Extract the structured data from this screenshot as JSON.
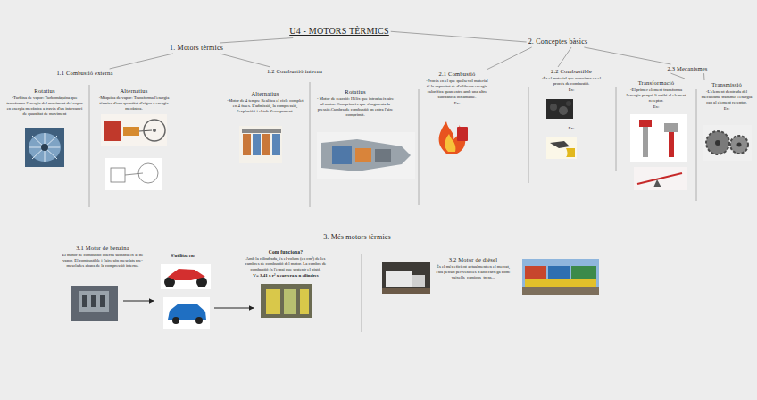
{
  "diagram": {
    "nodes": [
      {
        "text": [
          "U4 - MOTORS TÈRMICS"
        ]
      },
      {
        "text": [
          "1. Motors tèrmics"
        ]
      },
      {
        "text": [
          "1.1 Combustió externa"
        ]
      },
      {
        "text": [
          "Rotatius",
          "-Turbina de vapor: Turbomàquina que transforma l'energia del moviment del vapor en energia mecànica a través d'un intercanvi de quantitat de moviment"
        ]
      },
      {
        "text": [
          "Alternatius",
          "-Màquina de vapor: Transforma l'energia tèrmica d'una quantitat d'aigua a energia mecànica."
        ]
      },
      {
        "text": [
          "1.2 Combustió interna"
        ]
      },
      {
        "text": [
          "Alternatius",
          "-Motor de 4 temps: Realitza el cicle complet en 4 fases. L'admissió, la compressió, l'explosió i i el tub d'escapament."
        ]
      },
      {
        "text": [
          "Rotatius",
          "- Motor de reacció: Hèlix que introdueix aire al motor. Comprimeix que s'augmenta la pressió.Cambra de combustió on entra l'aire comprimit."
        ]
      },
      {
        "text": [
          "2. Conceptes bàsics"
        ]
      },
      {
        "text": [
          "2.1 Combustió",
          "-Procés en el que qualsevol material té la capacitat de d'alliberar energia calorífica quan entra amb una altre substància inflamable.",
          "Ex:"
        ]
      },
      {
        "text": [
          "2.2 Combustible",
          "-És el material que reacciona en el procés de combustió.",
          "Ex:"
        ]
      },
      {
        "text": [
          "2.3 Mecanismes"
        ]
      },
      {
        "text": [
          "Transformació",
          "-El primer element transforma l'energia perquè li arribi al element receptor.",
          "Ex:"
        ]
      },
      {
        "text": [
          "Transmissió",
          "-L'element d'entrada del mecanisme transmet l'energia cap al element receptor.",
          "Ex:"
        ]
      },
      {
        "text": [
          "3. Més motors tèrmics"
        ]
      },
      {
        "text": [
          "3.1 Motor de benzina",
          "El motor de combustió interna substitueix al de vapor. El combustible i l'aire són mesclats pre-mesclades abans de la compressió interna."
        ]
      },
      {
        "text": [
          "Com funciona?",
          "Amb la cilindrada, és el volum (en cm³) de les cambres de combustió del motor. La cambra de combustió és l'espai que sostenir el pistó.",
          "V= 3,41 x r² x carrera x n cilindres"
        ]
      },
      {
        "text": [
          "3.2 Motor de dièsel",
          "És el més eficient actualment en el mercat, està pensat per vehicles d'alto càrrega com: vaixells, camions, trens..."
        ]
      }
    ],
    "edges": [
      {
        "from": 0,
        "to": 1,
        "arrow": "none"
      },
      {
        "from": 0,
        "to": 8,
        "arrow": "none"
      },
      {
        "from": 1,
        "to": 2,
        "arrow": "none"
      },
      {
        "from": 1,
        "to": 5,
        "arrow": "none"
      },
      {
        "from": 8,
        "to": 9,
        "arrow": "none"
      },
      {
        "from": 8,
        "to": 10,
        "arrow": "none"
      },
      {
        "from": 8,
        "to": 11,
        "arrow": "none"
      },
      {
        "from": 11,
        "to": 12,
        "arrow": "none"
      },
      {
        "from": 11,
        "to": 13,
        "arrow": "none"
      }
    ],
    "labels": [
      "S'utilitza en:",
      "Ex:"
    ]
  }
}
